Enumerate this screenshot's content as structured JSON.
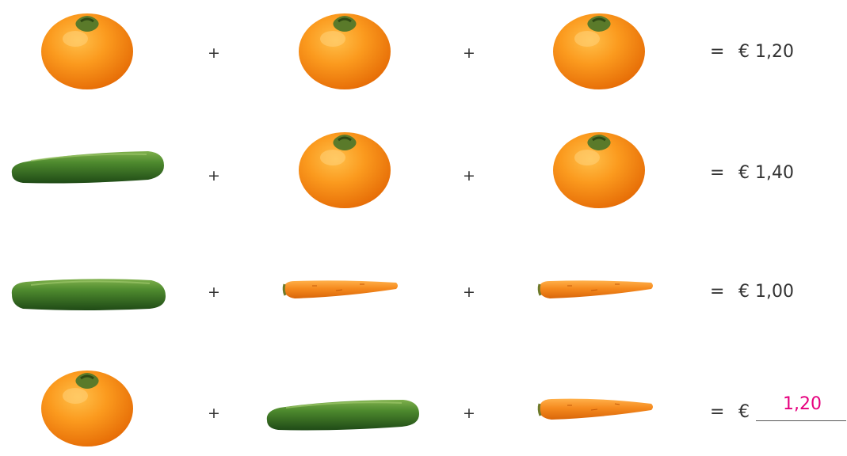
{
  "operators": {
    "plus": "+",
    "equals": "="
  },
  "rows": [
    {
      "items": [
        "tomato",
        "tomato",
        "tomato"
      ],
      "result": "€ 1,20"
    },
    {
      "items": [
        "cucumber",
        "tomato",
        "tomato"
      ],
      "result": "€ 1,40"
    },
    {
      "items": [
        "cucumber",
        "carrot",
        "carrot"
      ],
      "result": "€ 1,00"
    },
    {
      "items": [
        "tomato",
        "cucumber",
        "carrot"
      ],
      "result_prefix": "€",
      "answer": "1,20"
    }
  ],
  "colors": {
    "answer": "#e6007e",
    "tomato": "#f7941d",
    "cucumber": "#3f7a2a",
    "carrot": "#f07f1c"
  }
}
